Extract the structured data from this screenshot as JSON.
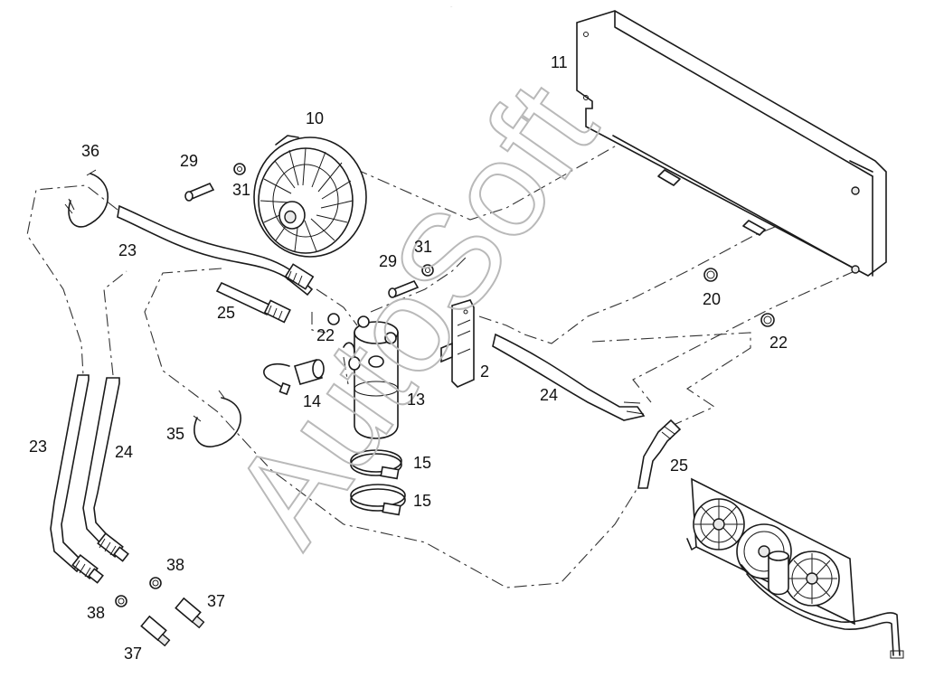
{
  "diagram": {
    "labels": {
      "l10": "10",
      "l11": "11",
      "l36": "36",
      "l29a": "29",
      "l31a": "31",
      "l23a": "23",
      "l29b": "29",
      "l31b": "31",
      "l25a": "25",
      "l22a": "22",
      "l20": "20",
      "l22b": "22",
      "l14": "14",
      "l13": "13",
      "l2": "2",
      "l24a": "24",
      "l23b": "23",
      "l24b": "24",
      "l35": "35",
      "l15a": "15",
      "l15b": "15",
      "l25b": "25",
      "l38a": "38",
      "l37a": "37",
      "l38b": "38",
      "l37b": "37"
    },
    "watermark": "AutoSoft"
  }
}
